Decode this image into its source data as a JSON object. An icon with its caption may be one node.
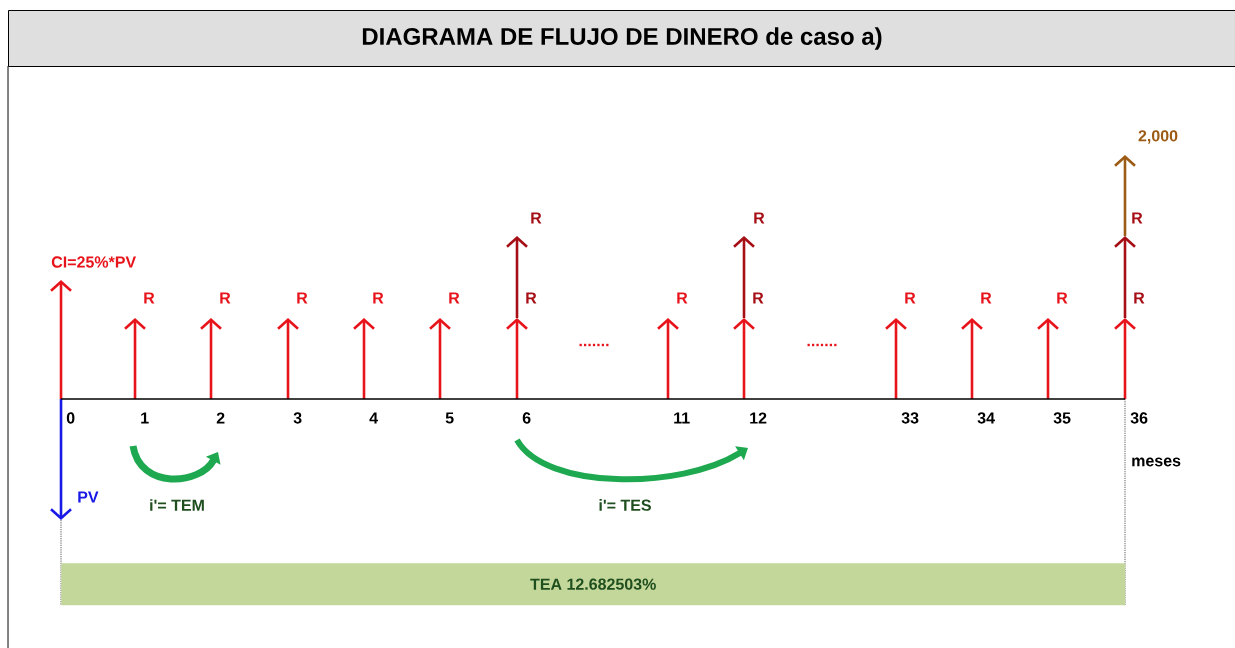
{
  "diagram": {
    "title": "DIAGRAMA DE FLUJO DE DINERO de caso a)",
    "nodes": [
      {
        "text": [
          "TEA 12.682503%"
        ]
      }
    ],
    "labels": [
      "2,000",
      "R",
      "R",
      "R",
      "CI=25%*PV",
      "R",
      "R",
      "R",
      "R",
      "R",
      "R",
      "R",
      "R",
      "R",
      "R",
      "R",
      "R",
      ".......",
      ".......",
      "0",
      "1",
      "2",
      "3",
      "4",
      "5",
      "6",
      "11",
      "12",
      "33",
      "34",
      "35",
      "36",
      "meses",
      "PV",
      "i'= TEM",
      "i'= TES"
    ]
  }
}
